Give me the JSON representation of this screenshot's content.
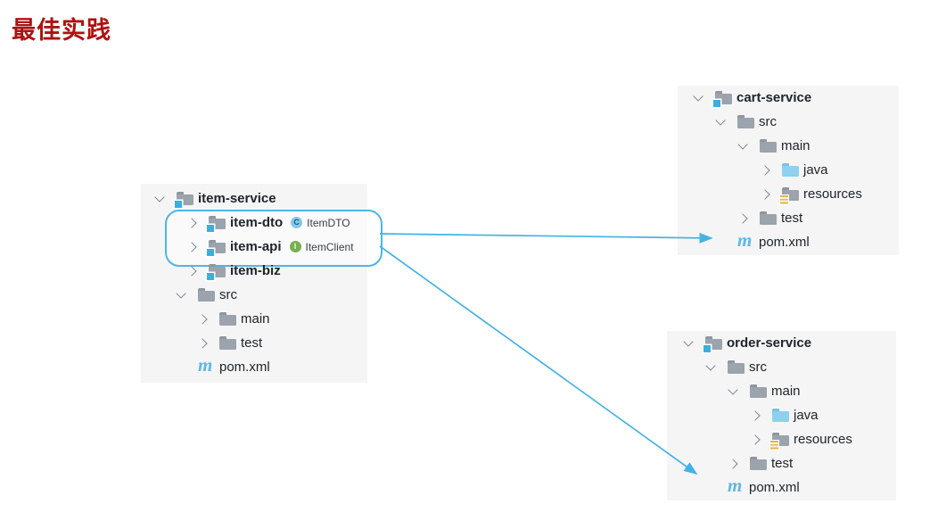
{
  "title": "最佳实践",
  "colors": {
    "title_red": "#ad1212",
    "accent_blue": "#4db6e6",
    "module_badge_blue": "#3eaede",
    "class_badge_blue": "#85c8e9",
    "interface_badge_green": "#76b050",
    "panel_gray": "#f5f5f6"
  },
  "trees": {
    "item_service": {
      "rows": [
        {
          "level": 0,
          "chev": "v",
          "icon": "module-folder",
          "label": "item-service",
          "bold": true
        },
        {
          "level": 1.5,
          "chev": ">",
          "icon": "module-folder",
          "label": "item-dto",
          "bold": true,
          "badge": {
            "kind": "class",
            "letter": "C",
            "text": "ItemDTO"
          }
        },
        {
          "level": 1.5,
          "chev": ">",
          "icon": "module-folder",
          "label": "item-api",
          "bold": true,
          "badge": {
            "kind": "interface",
            "letter": "I",
            "text": "ItemClient"
          }
        },
        {
          "level": 1.5,
          "chev": ">",
          "icon": "module-folder",
          "label": "item-biz",
          "bold": true
        },
        {
          "level": 1,
          "chev": "v",
          "icon": "folder",
          "label": "src"
        },
        {
          "level": 2,
          "chev": ">",
          "icon": "folder",
          "label": "main"
        },
        {
          "level": 2,
          "chev": ">",
          "icon": "folder",
          "label": "test"
        },
        {
          "level": 1,
          "chev": "",
          "icon": "maven",
          "label": "pom.xml"
        }
      ]
    },
    "cart_service": {
      "rows": [
        {
          "level": 0,
          "chev": "v",
          "icon": "module-folder",
          "label": "cart-service",
          "bold": true
        },
        {
          "level": 1,
          "chev": "v",
          "icon": "folder",
          "label": "src"
        },
        {
          "level": 2,
          "chev": "v",
          "icon": "folder",
          "label": "main"
        },
        {
          "level": 3,
          "chev": ">",
          "icon": "folder-java",
          "label": "java"
        },
        {
          "level": 3,
          "chev": ">",
          "icon": "folder-resources",
          "label": "resources"
        },
        {
          "level": 2,
          "chev": ">",
          "icon": "folder",
          "label": "test"
        },
        {
          "level": 1,
          "chev": "",
          "icon": "maven",
          "label": "pom.xml"
        }
      ]
    },
    "order_service": {
      "rows": [
        {
          "level": 0,
          "chev": "v",
          "icon": "module-folder",
          "label": "order-service",
          "bold": true
        },
        {
          "level": 1,
          "chev": "v",
          "icon": "folder",
          "label": "src"
        },
        {
          "level": 2,
          "chev": "v",
          "icon": "folder",
          "label": "main"
        },
        {
          "level": 3,
          "chev": ">",
          "icon": "folder-java",
          "label": "java"
        },
        {
          "level": 3,
          "chev": ">",
          "icon": "folder-resources",
          "label": "resources"
        },
        {
          "level": 2,
          "chev": ">",
          "icon": "folder",
          "label": "test"
        },
        {
          "level": 1,
          "chev": "",
          "icon": "maven",
          "label": "pom.xml"
        }
      ]
    }
  },
  "diagram": {
    "highlight_box_contains": [
      "item-dto",
      "item-api"
    ],
    "arrows": [
      {
        "from": "item-dto / item-api",
        "to": "cart-service pom.xml"
      },
      {
        "from": "item-dto / item-api",
        "to": "order-service pom.xml"
      }
    ]
  }
}
